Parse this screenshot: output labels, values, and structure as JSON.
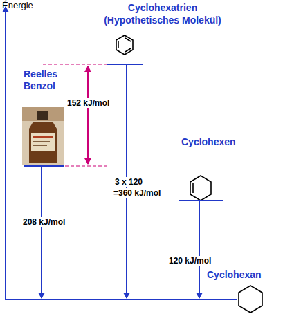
{
  "diagram": {
    "labels": [
      "Énergie",
      "Cyclohexatrien",
      "(Hypothetisches Molekül)",
      "Reelles Benzol",
      "152 kJ/mol",
      "3 x 120",
      "=360 kJ/mol",
      "Cyclohexen",
      "208 kJ/mol",
      "120 kJ/mol",
      "Cyclohexan"
    ]
  }
}
